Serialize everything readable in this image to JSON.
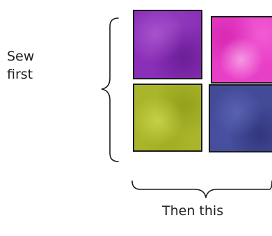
{
  "labels": {
    "sew_first_line1": "Sew",
    "sew_first_line2": "first",
    "then_this": "Then this"
  },
  "swatches": [
    {
      "name": "purple",
      "color": "#8a2fb8"
    },
    {
      "name": "pink",
      "color": "#e83fc8"
    },
    {
      "name": "yellow-green",
      "color": "#a9b52a"
    },
    {
      "name": "navy",
      "color": "#434b99"
    }
  ],
  "brace_color": "#1a1a1a"
}
